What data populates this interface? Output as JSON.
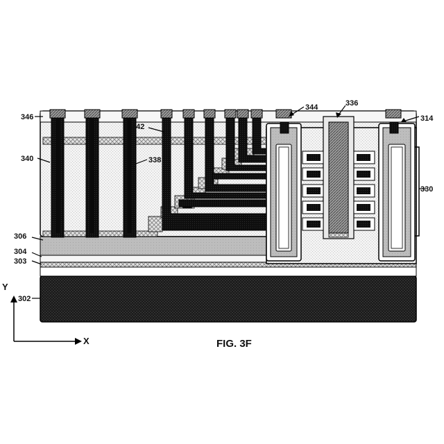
{
  "figure": {
    "caption": "FIG. 3F",
    "axes": {
      "y": "Y",
      "x": "X"
    },
    "refs": {
      "r302": "302",
      "r303": "303",
      "r304": "304",
      "r306": "306",
      "r314": "314",
      "r330": "330",
      "r336": "336",
      "r338": "338",
      "r340": "340",
      "r342": "342",
      "r344": "344",
      "r346": "346"
    }
  }
}
